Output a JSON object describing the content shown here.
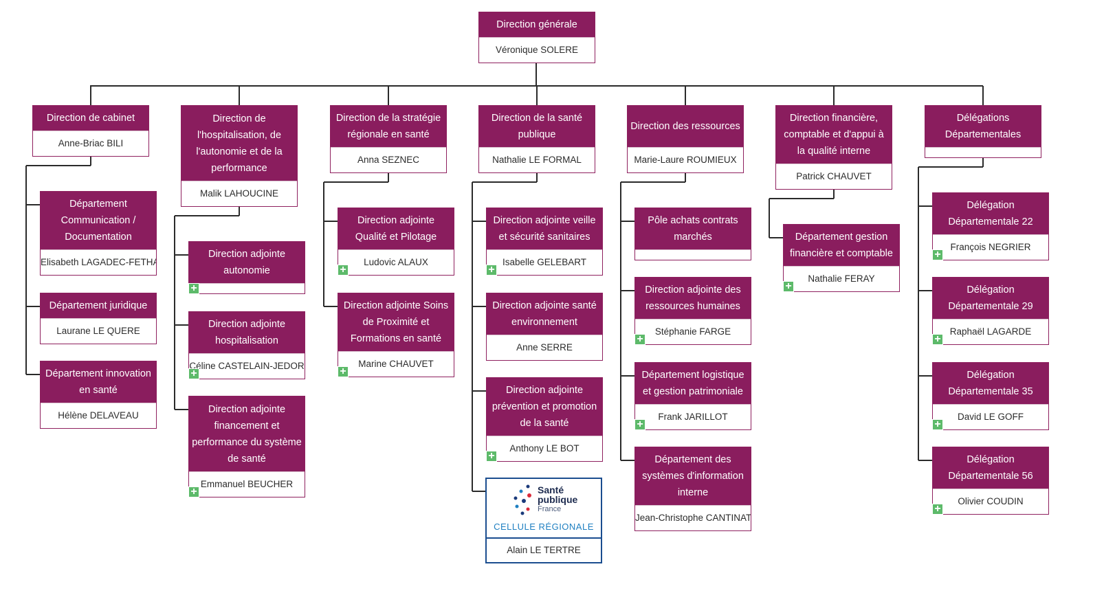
{
  "colors": {
    "box_fill": "#8a1d5e",
    "box_border": "#8e1f5e",
    "connector": "#2a2a2a",
    "expand_badge": "#5dba6a",
    "logo_border": "#1a4d8f",
    "logo_accent": "#1e7fc1"
  },
  "icons": {
    "expand": "plus-icon"
  },
  "root": {
    "title": "Direction générale",
    "name": "Véronique SOLERE"
  },
  "columns": [
    {
      "title": "Direction de cabinet",
      "name": "Anne-Briac BILI",
      "children": [
        {
          "title": "Département Communication / Documentation",
          "name": "Elisabeth LAGADEC-FETHA"
        },
        {
          "title": "Département juridique",
          "name": "Laurane LE QUERE"
        },
        {
          "title": "Département innovation en santé",
          "name": "Hélène DELAVEAU"
        }
      ]
    },
    {
      "title": "Direction de l'hospitalisation, de l'autonomie et de la performance",
      "name": "Malik LAHOUCINE",
      "children": [
        {
          "title": "Direction adjointe autonomie",
          "name": ""
        },
        {
          "title": "Direction adjointe hospitalisation",
          "name": "Céline CASTELAIN-JEDOR"
        },
        {
          "title": "Direction adjointe financement et performance du système de santé",
          "name": "Emmanuel BEUCHER"
        }
      ]
    },
    {
      "title": "Direction de la stratégie régionale en santé",
      "name": "Anna SEZNEC",
      "children": [
        {
          "title": "Direction adjointe Qualité et Pilotage",
          "name": "Ludovic ALAUX"
        },
        {
          "title": "Direction adjointe Soins de Proximité et Formations en santé",
          "name": "Marine CHAUVET"
        }
      ]
    },
    {
      "title": "Direction de la santé publique",
      "name": "Nathalie LE FORMAL",
      "children": [
        {
          "title": "Direction adjointe veille et sécurité sanitaires",
          "name": "Isabelle GELEBART"
        },
        {
          "title": "Direction adjointe santé environnement",
          "name": "Anne SERRE"
        },
        {
          "title": "Direction adjointe prévention et promotion de la santé",
          "name": "Anthony LE BOT"
        }
      ],
      "logo": {
        "line1": "Santé",
        "line2": "publique",
        "line3": "France",
        "line4": "CELLULE RÉGIONALE",
        "name": "Alain LE TERTRE"
      }
    },
    {
      "title": "Direction des ressources",
      "name": "Marie-Laure ROUMIEUX",
      "children": [
        {
          "title": "Pôle achats contrats marchés",
          "name": ""
        },
        {
          "title": "Direction adjointe des ressources humaines",
          "name": "Stéphanie FARGE"
        },
        {
          "title": "Département logistique et gestion patrimoniale",
          "name": "Frank JARILLOT"
        },
        {
          "title": "Département des systèmes d'information interne",
          "name": "Jean-Christophe CANTINAT"
        }
      ]
    },
    {
      "title": "Direction financière, comptable et d'appui à la qualité interne",
      "name": "Patrick CHAUVET",
      "children": [
        {
          "title": "Département gestion financière et comptable",
          "name": "Nathalie FERAY"
        }
      ]
    },
    {
      "title": "Délégations Départementales",
      "name": "",
      "children": [
        {
          "title": "Délégation Départementale 22",
          "name": "François NEGRIER"
        },
        {
          "title": "Délégation Départementale 29",
          "name": "Raphaël LAGARDE"
        },
        {
          "title": "Délégation Départementale 35",
          "name": "David LE GOFF"
        },
        {
          "title": "Délégation Départementale 56",
          "name": "Olivier COUDIN"
        }
      ]
    }
  ]
}
